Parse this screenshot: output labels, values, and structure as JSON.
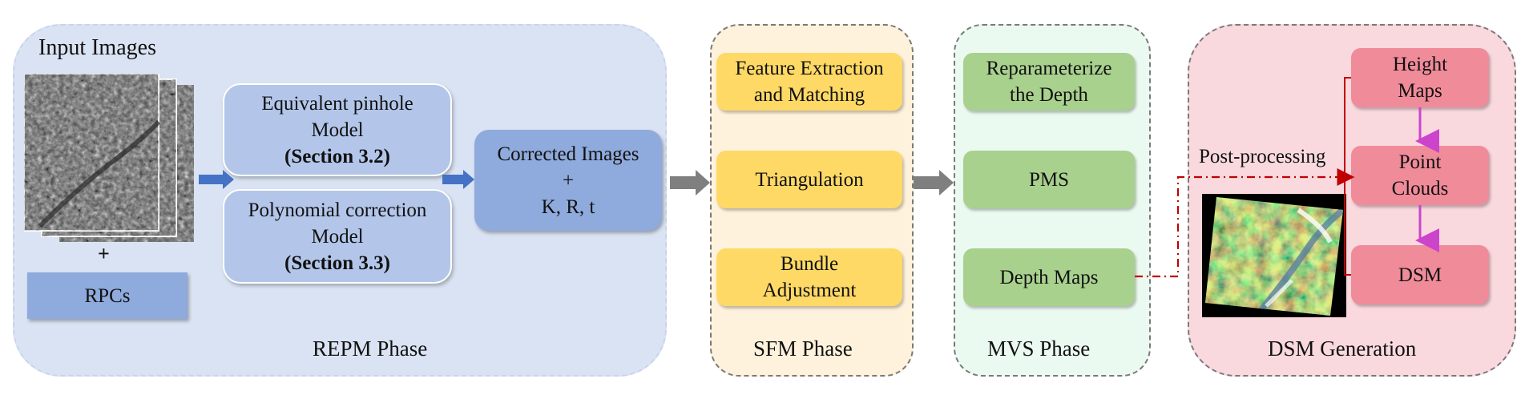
{
  "repm": {
    "phase_label": "REPM Phase",
    "input_images_label": "Input Images",
    "plus": "+",
    "rpcs_label": "RPCs",
    "pinhole": {
      "line1": "Equivalent pinhole",
      "line2": "Model",
      "line3": "(Section 3.2)"
    },
    "polynomial": {
      "line1": "Polynomial correction",
      "line2": "Model",
      "line3": "(Section 3.3)"
    },
    "corrected": {
      "line1": "Corrected Images",
      "line2": "+",
      "line3": "K, R, t"
    }
  },
  "sfm": {
    "phase_label": "SFM Phase",
    "feature": {
      "line1": "Feature Extraction",
      "line2": "and Matching"
    },
    "triangulation": "Triangulation",
    "bundle": {
      "line1": "Bundle",
      "line2": "Adjustment"
    }
  },
  "mvs": {
    "phase_label": "MVS Phase",
    "reparam": {
      "line1": "Reparameterize",
      "line2": "the Depth"
    },
    "pms": "PMS",
    "depth_maps": "Depth Maps"
  },
  "dsm": {
    "phase_label": "DSM Generation",
    "post_processing": "Post-processing",
    "height": {
      "line1": "Height",
      "line2": "Maps"
    },
    "point": {
      "line1": "Point",
      "line2": "Clouds"
    },
    "dsm_box": "DSM"
  },
  "colors": {
    "repm_panel": "#dae3f3",
    "sfm_panel": "#fff2dc",
    "mvs_panel": "#ebfaf0",
    "dsm_panel": "#f9d9de",
    "arrow_blue": "#4472c4",
    "arrow_gray": "#7f7f7f",
    "arrow_magenta": "#cc44cc",
    "dashdot_red": "#c00000"
  }
}
